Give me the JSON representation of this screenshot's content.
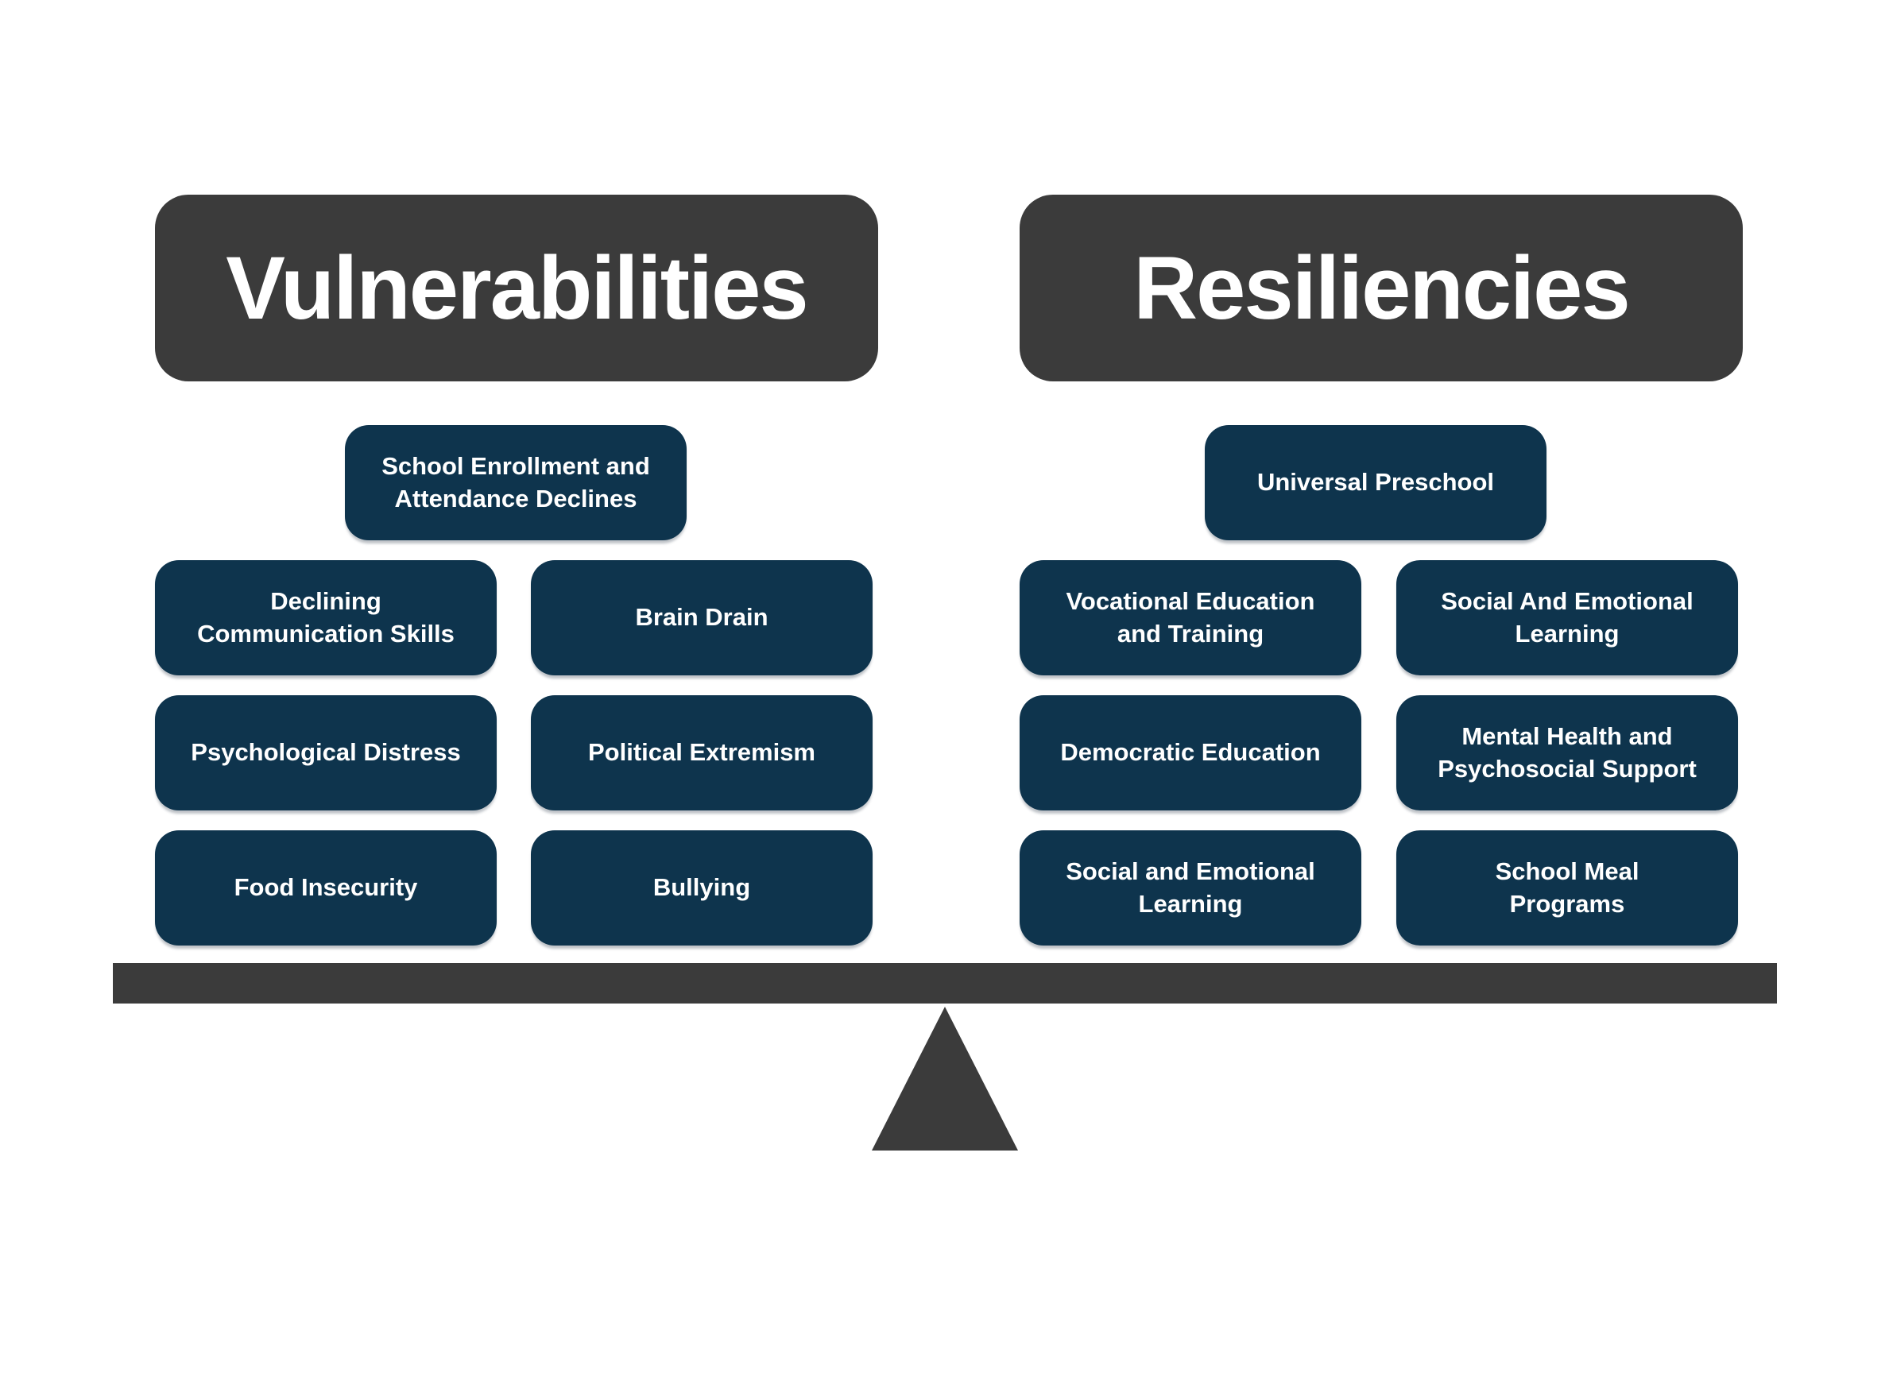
{
  "palette": {
    "background": "#ffffff",
    "header_bg": "#3b3b3b",
    "item_bg": "#0e344d",
    "item_text": "#ffffff",
    "beam_color": "#3b3b3b",
    "fulcrum_color": "#3b3b3b"
  },
  "left": {
    "title": "Vulnerabilities",
    "top_item": "School Enrollment and\nAttendance Declines",
    "items": [
      {
        "label": "Declining\nCommunication Skills"
      },
      {
        "label": "Brain Drain"
      },
      {
        "label": "Psychological Distress"
      },
      {
        "label": "Political Extremism"
      },
      {
        "label": "Food Insecurity"
      },
      {
        "label": "Bullying"
      }
    ]
  },
  "right": {
    "title": "Resiliencies",
    "top_item": "Universal Preschool",
    "items": [
      {
        "label": "Vocational Education\nand Training"
      },
      {
        "label": "Social And Emotional\nLearning"
      },
      {
        "label": "Democratic Education"
      },
      {
        "label": "Mental Health and\nPsychosocial Support"
      },
      {
        "label": "Social and Emotional\nLearning"
      },
      {
        "label": "School Meal\nPrograms"
      }
    ]
  }
}
